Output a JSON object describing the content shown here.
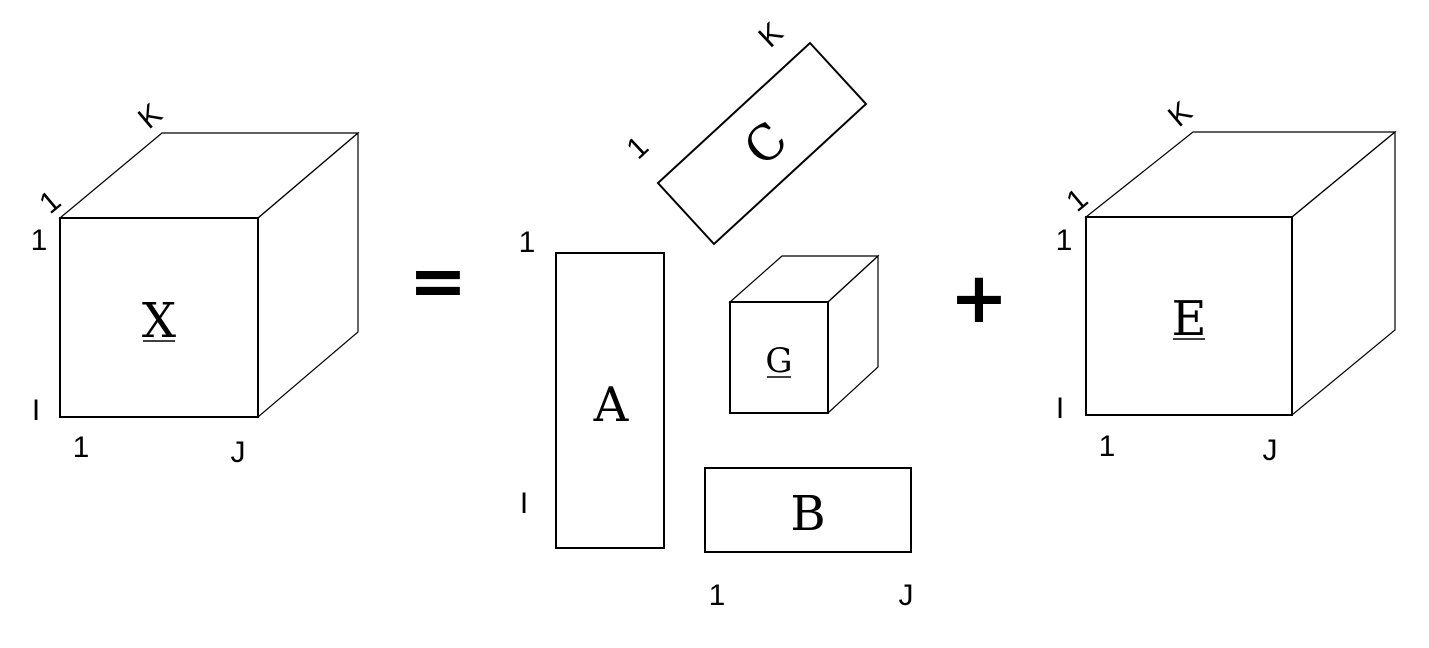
{
  "tensor_x": {
    "label": "X",
    "k_top": "K",
    "one_depth": "1",
    "one_left": "1",
    "i_left": "I",
    "one_bottom": "1",
    "j_bottom": "J"
  },
  "operator_equals": "=",
  "factor_a": {
    "label": "A",
    "one_top": "1",
    "i_bottom": "I"
  },
  "factor_c": {
    "label": "C",
    "one": "1",
    "k": "K"
  },
  "core_g": {
    "label": "G"
  },
  "factor_b": {
    "label": "B",
    "one": "1",
    "j": "J"
  },
  "operator_plus": "+",
  "tensor_e": {
    "label": "E",
    "k_top": "K",
    "one_depth": "1",
    "one_left": "1",
    "i_left": "I",
    "one_bottom": "1",
    "j_bottom": "J"
  }
}
